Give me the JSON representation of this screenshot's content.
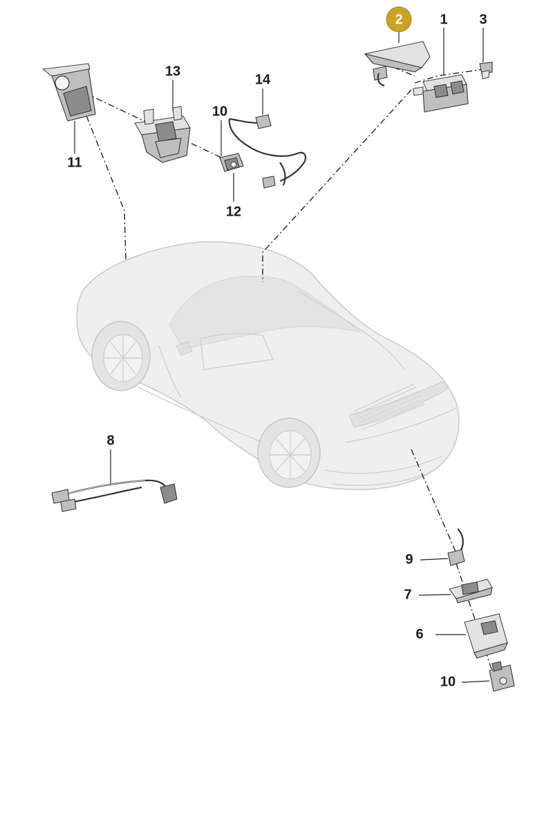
{
  "callouts": {
    "c1": "1",
    "c2": "2",
    "c3": "3",
    "c6": "6",
    "c7": "7",
    "c8": "8",
    "c9": "9",
    "c10a": "10",
    "c10b": "10",
    "c11": "11",
    "c12": "12",
    "c13": "13",
    "c14": "14"
  },
  "highlight": {
    "callout": "2",
    "color": "#c9a227"
  },
  "colors": {
    "car_ghost": "#efefef",
    "part": "#bfbfbf",
    "line": "#222222"
  }
}
